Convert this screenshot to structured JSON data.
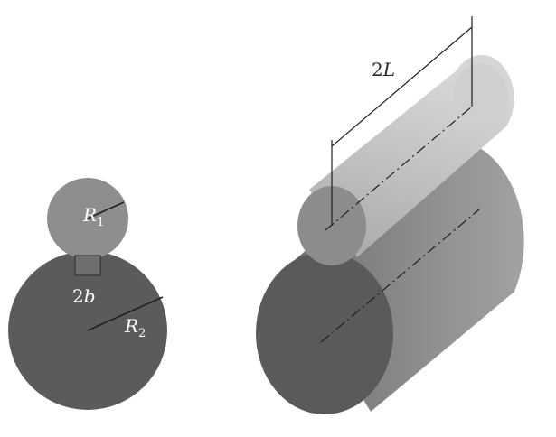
{
  "labels": {
    "r1_base": "R",
    "r1_sub": "1",
    "r2_base": "R",
    "r2_sub": "2",
    "contact_num": "2",
    "contact_var": "b",
    "length_num": "2",
    "length_var": "L"
  },
  "colors": {
    "small_cylinder": "#8e8e8e",
    "large_cylinder": "#5a5a5a",
    "small_cylinder_body_light": "#c9c9c9",
    "large_cylinder_body_light": "#9a9a9a",
    "lines": "#1f1f1f",
    "background": "#ffffff"
  }
}
